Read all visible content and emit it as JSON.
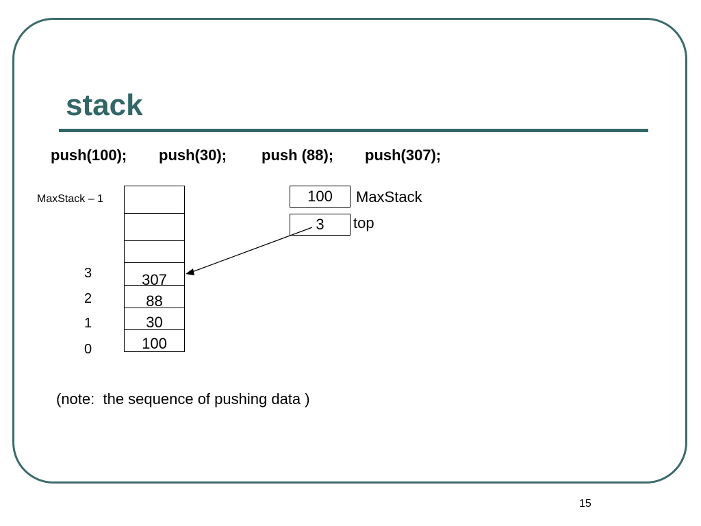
{
  "slide": {
    "title": "stack",
    "page_number": "15",
    "note": "(note:  the sequence of pushing data )"
  },
  "operations": [
    "push(100);",
    "push(30);",
    "push (88);",
    "push(307);"
  ],
  "stack_array": {
    "top_row_label": "MaxStack – 1",
    "filled": [
      {
        "index": "3",
        "value": "307"
      },
      {
        "index": "2",
        "value": "88"
      },
      {
        "index": "1",
        "value": "30"
      },
      {
        "index": "0",
        "value": "100"
      }
    ]
  },
  "variables": [
    {
      "name": "MaxStack",
      "value": "100"
    },
    {
      "name": "top",
      "value": "3"
    }
  ],
  "colors": {
    "title": "#336666",
    "frame": "#3b6a6a"
  }
}
